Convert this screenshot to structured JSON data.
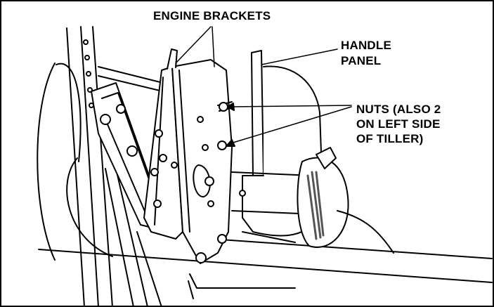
{
  "labels": {
    "engine_brackets": "ENGINE BRACKETS",
    "handle_panel_line1": "HANDLE",
    "handle_panel_line2": "PANEL",
    "nuts_line1": "NUTS (ALSO 2",
    "nuts_line2": "ON LEFT SIDE",
    "nuts_line3": "OF TILLER)"
  },
  "colors": {
    "ink": "#000000",
    "paper": "#ffffff",
    "shading": "#555555"
  }
}
